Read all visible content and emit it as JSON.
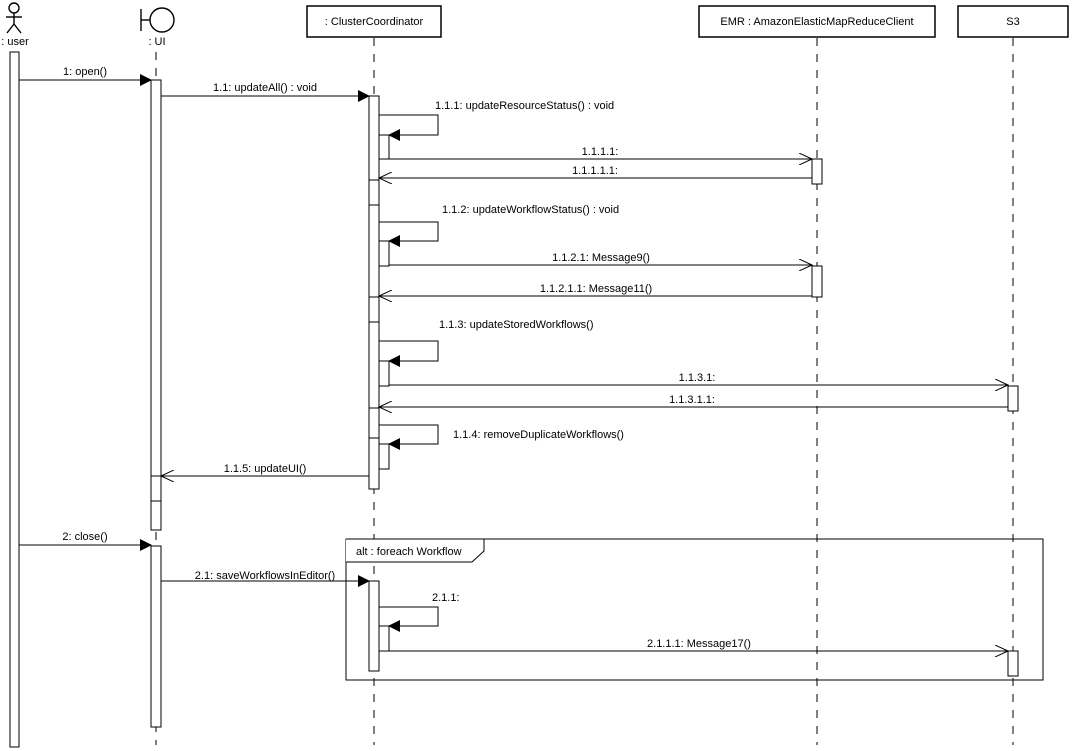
{
  "participants": {
    "user": ": user",
    "ui": ": UI",
    "coordinator": ": ClusterCoordinator",
    "emr": "EMR : AmazonElasticMapReduceClient",
    "s3": "S3"
  },
  "messages": {
    "m1": "1: open()",
    "m11": "1.1: updateAll() : void",
    "m111": "1.1.1: updateResourceStatus() : void",
    "m1111": "1.1.1.1:",
    "m11111": "1.1.1.1.1:",
    "m112": "1.1.2: updateWorkflowStatus() : void",
    "m1121": "1.1.2.1: Message9()",
    "m11211": "1.1.2.1.1: Message11()",
    "m113": "1.1.3: updateStoredWorkflows()",
    "m1131": "1.1.3.1:",
    "m11311": "1.1.3.1.1:",
    "m114": "1.1.4: removeDuplicateWorkflows()",
    "m115": "1.1.5: updateUI()",
    "m2": "2: close()",
    "m21": "2.1: saveWorkflowsInEditor()",
    "m211": "2.1.1:",
    "m2111": "2.1.1.1: Message17()"
  },
  "fragment": {
    "label": "alt : foreach Workflow"
  },
  "colors": {
    "line": "#000000",
    "background": "#ffffff"
  }
}
